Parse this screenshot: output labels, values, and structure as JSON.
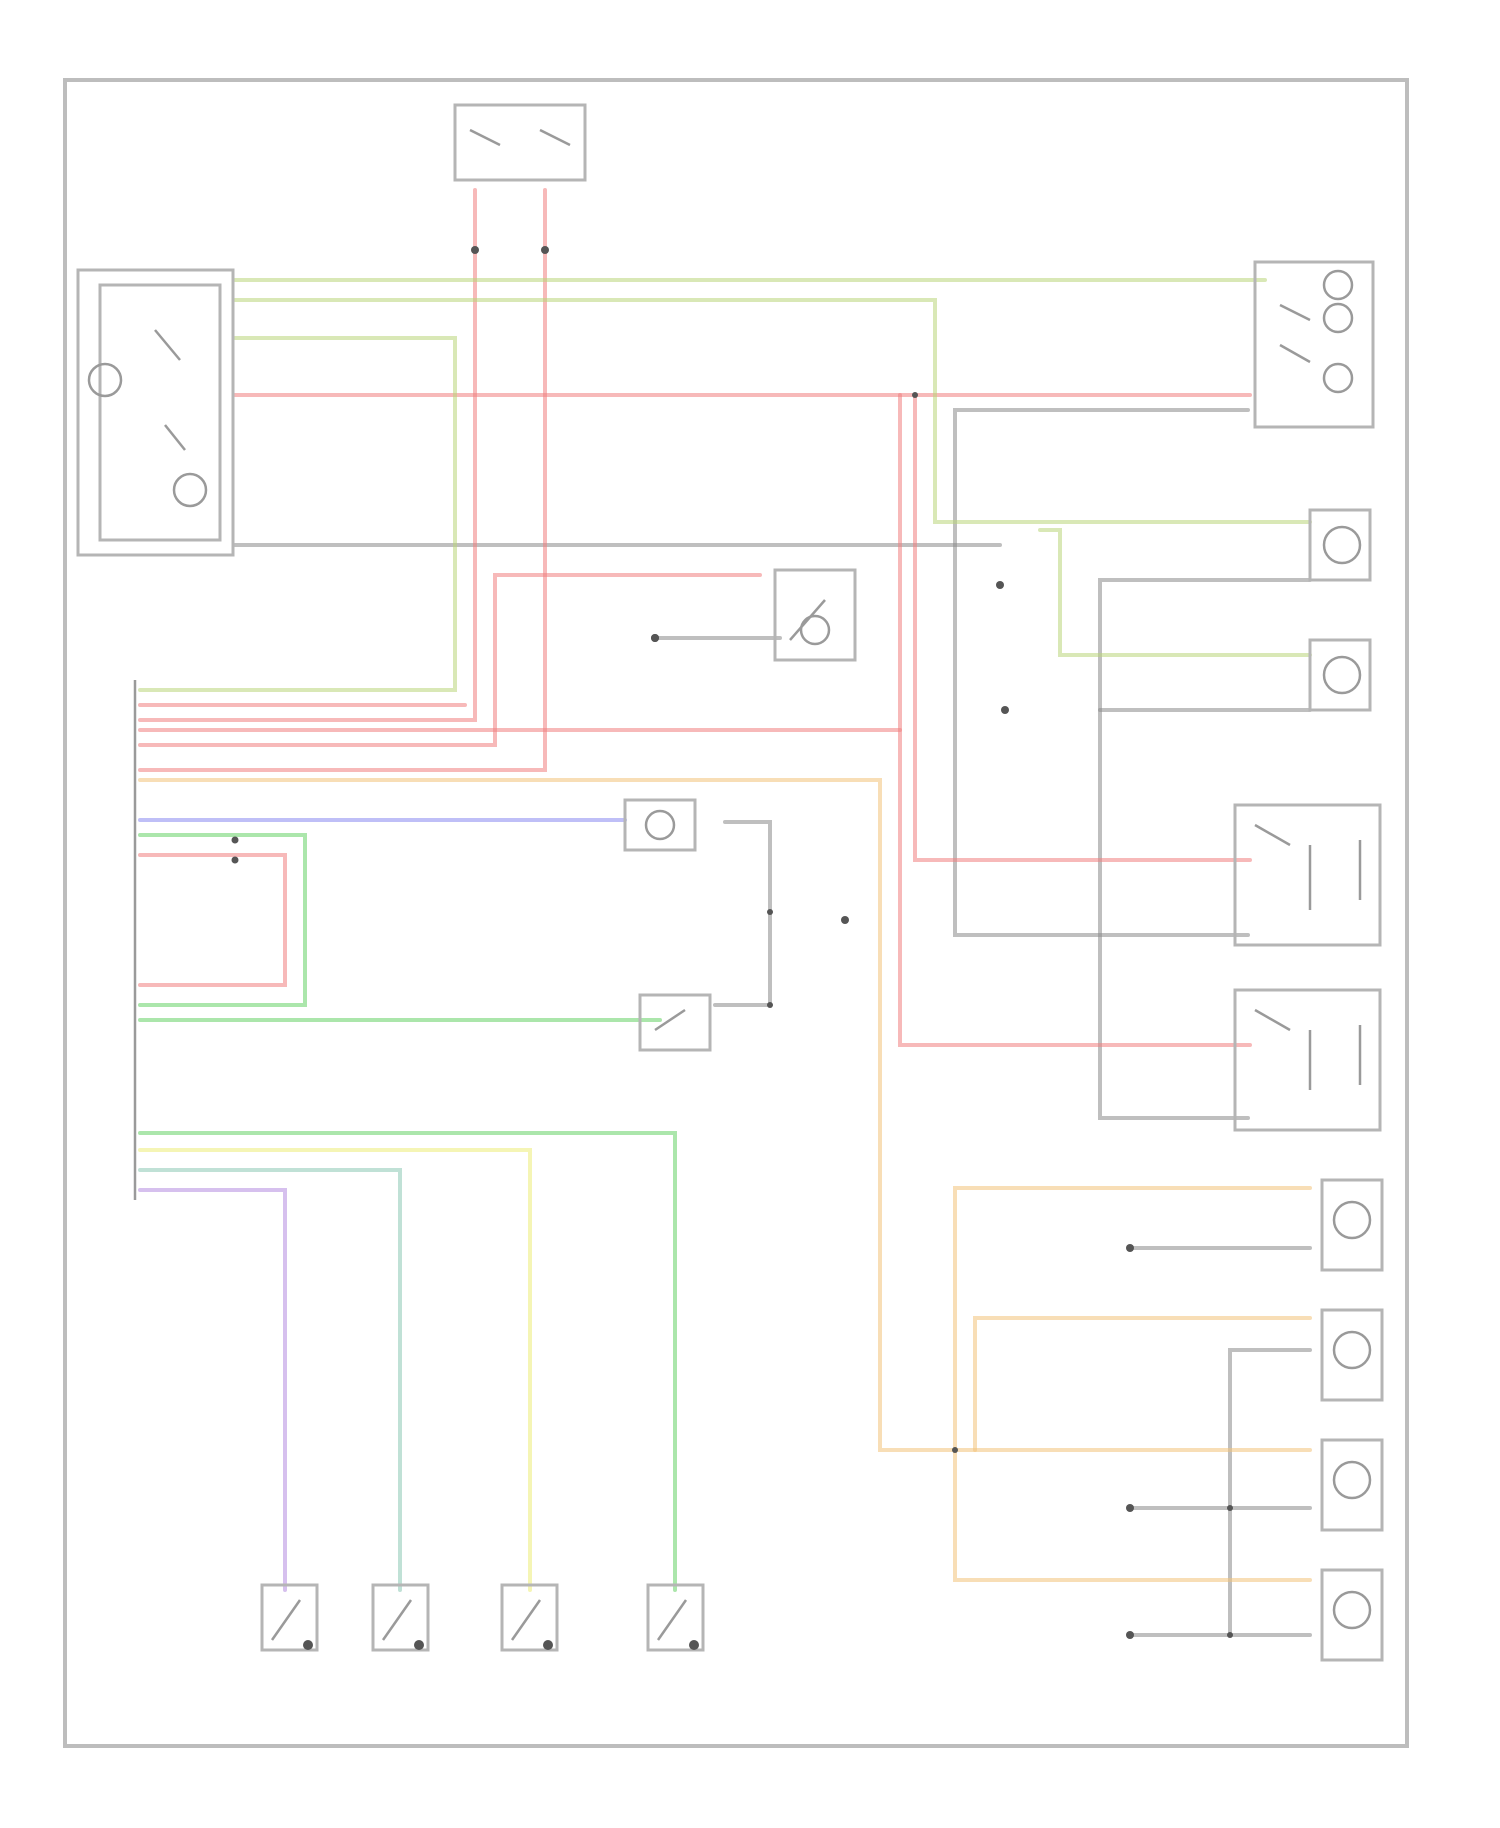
{
  "diagram": {
    "footer_code": "",
    "wire_colors": {
      "gray": "#8a8a8a",
      "red": "#f08080",
      "lightgreen": "#b9d67a",
      "green": "#66d266",
      "blue": "#8a8af0",
      "orange": "#f2c37a",
      "purple": "#b48ce0",
      "teal": "#8cc8b4",
      "yellow": "#ecec78"
    },
    "components": [
      {
        "id": "switch-top",
        "label": ""
      },
      {
        "id": "module-left",
        "label": ""
      },
      {
        "id": "switch-right",
        "label": ""
      },
      {
        "id": "lamp-right-1",
        "label": ""
      },
      {
        "id": "lamp-right-2",
        "label": ""
      },
      {
        "id": "switch-mid",
        "label": ""
      },
      {
        "id": "relay-right-1",
        "label": ""
      },
      {
        "id": "relay-right-2",
        "label": ""
      },
      {
        "id": "lamp-center",
        "label": ""
      },
      {
        "id": "switch-center",
        "label": ""
      },
      {
        "id": "lamp-br-1",
        "label": ""
      },
      {
        "id": "lamp-br-2",
        "label": ""
      },
      {
        "id": "lamp-br-3",
        "label": ""
      },
      {
        "id": "lamp-br-4",
        "label": ""
      },
      {
        "id": "door-switch-1",
        "label": ""
      },
      {
        "id": "door-switch-2",
        "label": ""
      },
      {
        "id": "door-switch-3",
        "label": ""
      },
      {
        "id": "door-switch-4",
        "label": ""
      }
    ]
  }
}
